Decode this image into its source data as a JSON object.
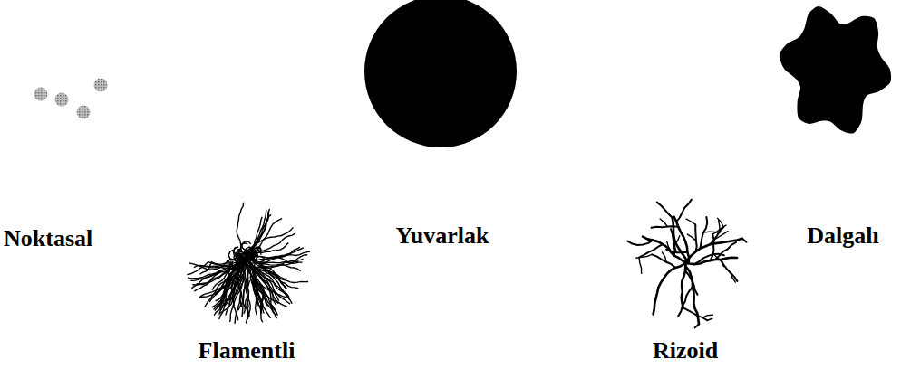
{
  "diagram": {
    "labels": [
      "Noktasal",
      "Yuvarlak",
      "Dalgalı",
      "Flamentli",
      "Rizoid"
    ]
  }
}
